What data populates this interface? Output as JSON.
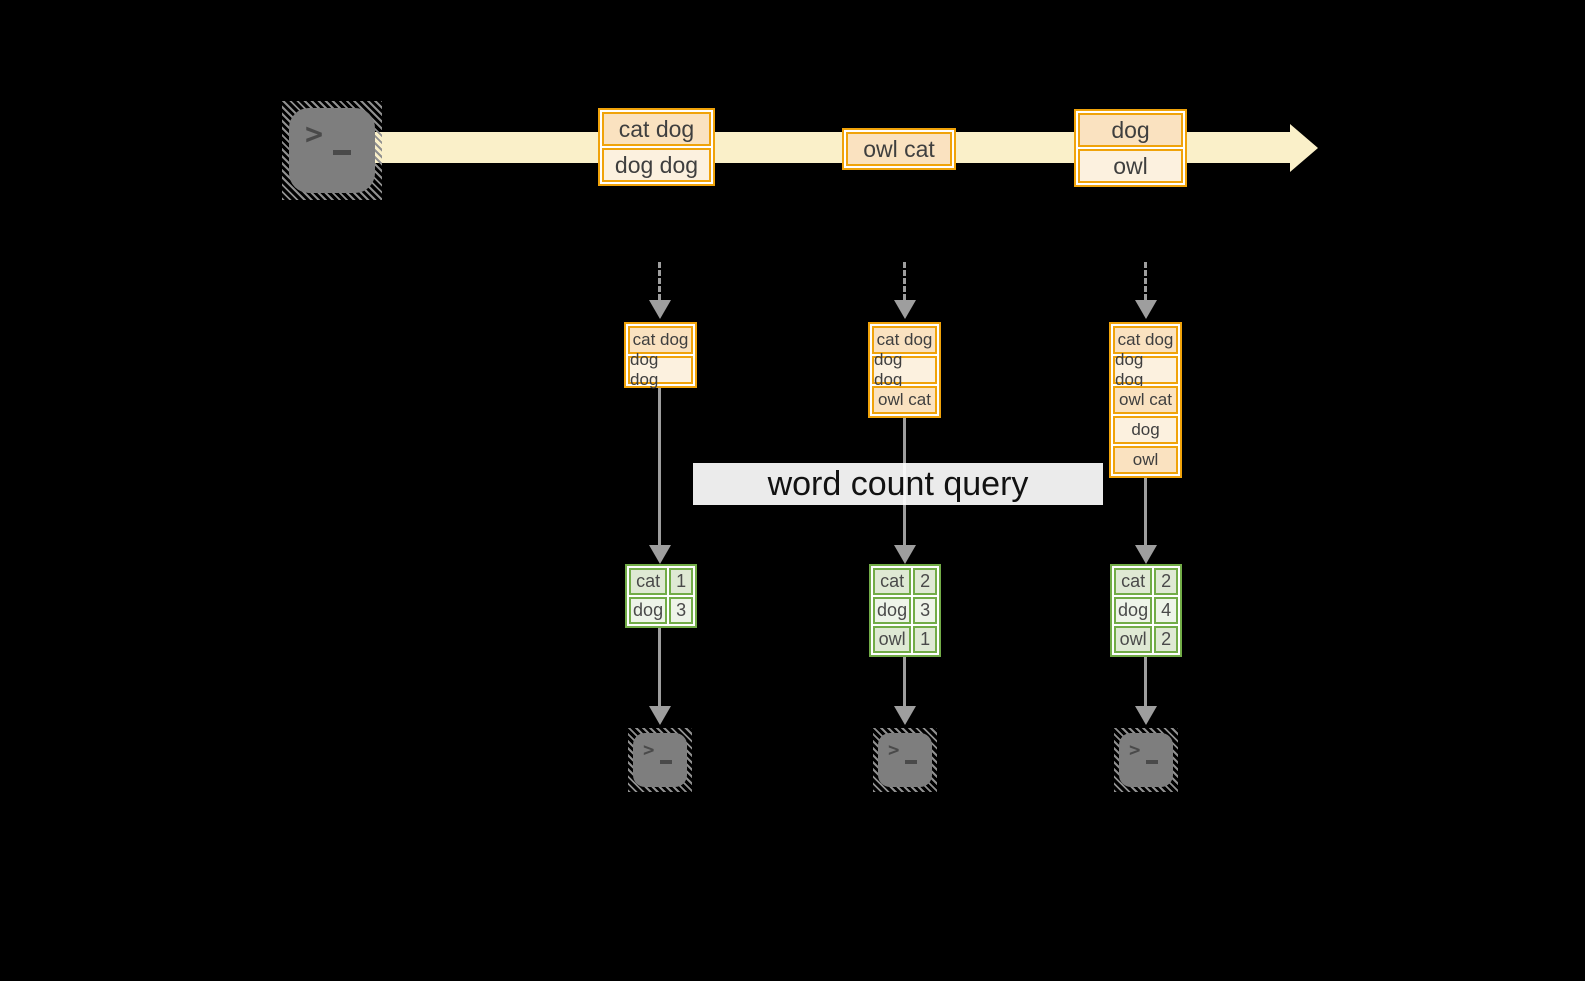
{
  "query_label": "word count query",
  "icons": {
    "terminal_prompt_glyph": ">"
  },
  "stream": {
    "events": [
      {
        "lines": [
          "cat dog",
          "dog dog"
        ]
      },
      {
        "lines": [
          "owl cat"
        ]
      },
      {
        "lines": [
          "dog",
          "owl"
        ]
      }
    ]
  },
  "columns": [
    {
      "state": [
        "cat dog",
        "dog dog"
      ],
      "counts": [
        {
          "word": "cat",
          "value": "1"
        },
        {
          "word": "dog",
          "value": "3"
        }
      ]
    },
    {
      "state": [
        "cat dog",
        "dog dog",
        "owl cat"
      ],
      "counts": [
        {
          "word": "cat",
          "value": "2"
        },
        {
          "word": "dog",
          "value": "3"
        },
        {
          "word": "owl",
          "value": "1"
        }
      ]
    },
    {
      "state": [
        "cat dog",
        "dog dog",
        "owl cat",
        "dog",
        "owl"
      ],
      "counts": [
        {
          "word": "cat",
          "value": "2"
        },
        {
          "word": "dog",
          "value": "4"
        },
        {
          "word": "owl",
          "value": "2"
        }
      ]
    }
  ],
  "colors": {
    "background": "#000000",
    "stream_band": "#FAF0C9",
    "orange_border": "#F0A30A",
    "orange_cell_dark": "#FAE2C0",
    "orange_cell_light": "#FCF1DF",
    "green_border": "#72AC47",
    "green_cell_dark": "#DFE9D4",
    "green_cell_light": "#EEF4E9",
    "arrow_gray": "#9E9E9E",
    "terminal_gray": "#7E7E7E"
  }
}
